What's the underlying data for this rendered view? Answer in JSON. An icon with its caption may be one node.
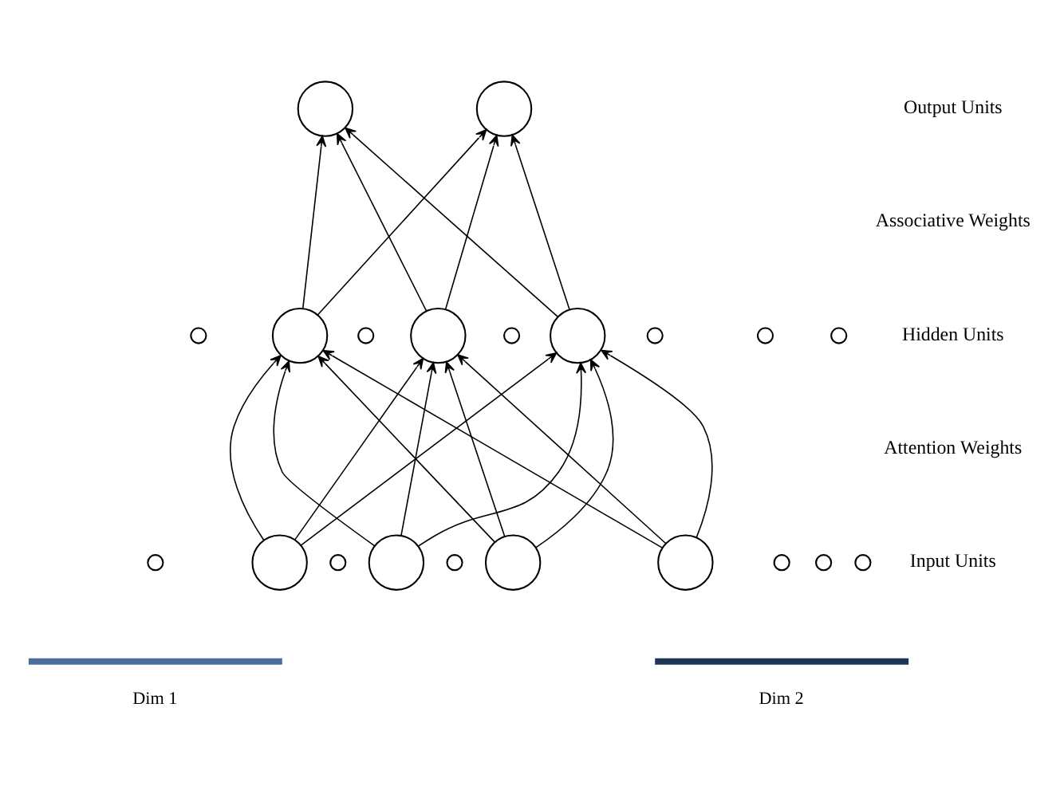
{
  "diagram": {
    "nodes": [
      {
        "text": [],
        "shape": "circle"
      },
      {
        "text": [],
        "shape": "circle"
      },
      {
        "text": [],
        "shape": "circle"
      },
      {
        "text": [],
        "shape": "circle"
      },
      {
        "text": [],
        "shape": "circle"
      },
      {
        "text": [],
        "shape": "circle"
      },
      {
        "text": [],
        "shape": "circle"
      },
      {
        "text": [],
        "shape": "circle"
      },
      {
        "text": [],
        "shape": "circle"
      },
      {
        "text": [],
        "shape": "circle"
      },
      {
        "text": [],
        "shape": "circle"
      },
      {
        "text": [],
        "shape": "circle"
      },
      {
        "text": [],
        "shape": "circle"
      },
      {
        "text": [],
        "shape": "circle"
      },
      {
        "text": [],
        "shape": "circle"
      },
      {
        "text": [],
        "shape": "circle"
      },
      {
        "text": [],
        "shape": "circle"
      },
      {
        "text": [],
        "shape": "circle"
      },
      {
        "text": [],
        "shape": "circle"
      },
      {
        "text": [],
        "shape": "circle"
      },
      {
        "text": [],
        "shape": "circle"
      },
      {
        "text": [
          "Dim 1"
        ]
      },
      {
        "text": [
          "Dim 2"
        ]
      }
    ],
    "edges": [
      {
        "from": 11,
        "to": 2,
        "arrow": "to"
      },
      {
        "from": 11,
        "to": 6,
        "arrow": "to"
      },
      {
        "from": 11,
        "to": 10,
        "arrow": "to"
      },
      {
        "from": 15,
        "to": 2,
        "arrow": "to"
      },
      {
        "from": 15,
        "to": 6,
        "arrow": "to"
      },
      {
        "from": 15,
        "to": 10,
        "arrow": "to"
      },
      {
        "from": 16,
        "to": 2,
        "arrow": "to"
      },
      {
        "from": 16,
        "to": 6,
        "arrow": "to"
      },
      {
        "from": 16,
        "to": 10,
        "arrow": "to"
      },
      {
        "from": 20,
        "to": 2,
        "arrow": "to"
      },
      {
        "from": 20,
        "to": 6,
        "arrow": "to"
      },
      {
        "from": 20,
        "to": 10,
        "arrow": "to"
      },
      {
        "from": 2,
        "to": 0,
        "arrow": "to"
      },
      {
        "from": 2,
        "to": 1,
        "arrow": "to"
      },
      {
        "from": 6,
        "to": 0,
        "arrow": "to"
      },
      {
        "from": 6,
        "to": 1,
        "arrow": "to"
      },
      {
        "from": 10,
        "to": 0,
        "arrow": "to"
      },
      {
        "from": 10,
        "to": 1,
        "arrow": "to"
      }
    ],
    "labels": [
      "Output Units",
      "Associative Weights",
      "Hidden Units",
      "Attention Weights",
      "Input Units"
    ]
  }
}
